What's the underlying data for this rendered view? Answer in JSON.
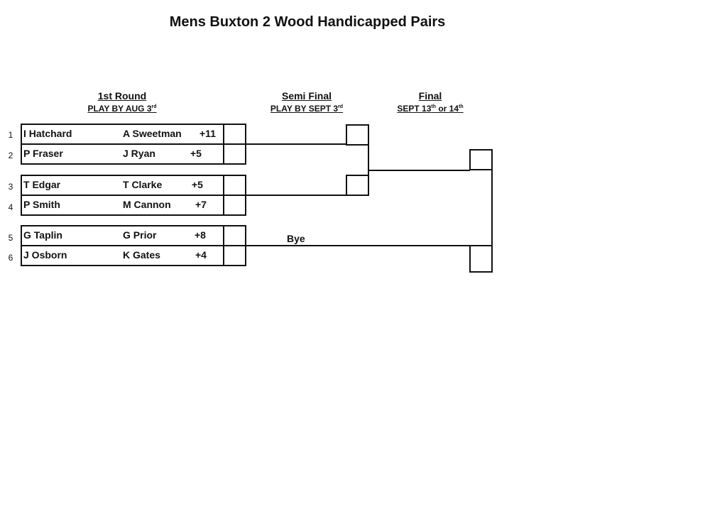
{
  "title": "Mens Buxton 2 Wood Handicapped Pairs",
  "rounds": [
    {
      "name": "1st Round",
      "deadline_prefix": "PLAY BY AUG 3",
      "deadline_sup": "rd",
      "deadline_suffix": ""
    },
    {
      "name": "Semi Final",
      "deadline_prefix": "PLAY BY SEPT 3",
      "deadline_sup": "rd",
      "deadline_suffix": ""
    },
    {
      "name": "Final",
      "deadline_prefix": "SEPT 13",
      "deadline_sup": "th",
      "deadline_mid": " or 14",
      "deadline_sup2": "th"
    }
  ],
  "entries": [
    {
      "num": "1",
      "player1": "I Hatchard",
      "player2": "A Sweetman",
      "handicap": "+11"
    },
    {
      "num": "2",
      "player1": "P Fraser",
      "player2": "J Ryan",
      "handicap": "+5"
    },
    {
      "num": "3",
      "player1": "T Edgar",
      "player2": "T Clarke",
      "handicap": "+5"
    },
    {
      "num": "4",
      "player1": "P Smith",
      "player2": "M Cannon",
      "handicap": "+7"
    },
    {
      "num": "5",
      "player1": "G Taplin",
      "player2": "G Prior",
      "handicap": "+8"
    },
    {
      "num": "6",
      "player1": "J Osborn",
      "player2": "K Gates",
      "handicap": "+4"
    }
  ],
  "bye_label": "Bye"
}
